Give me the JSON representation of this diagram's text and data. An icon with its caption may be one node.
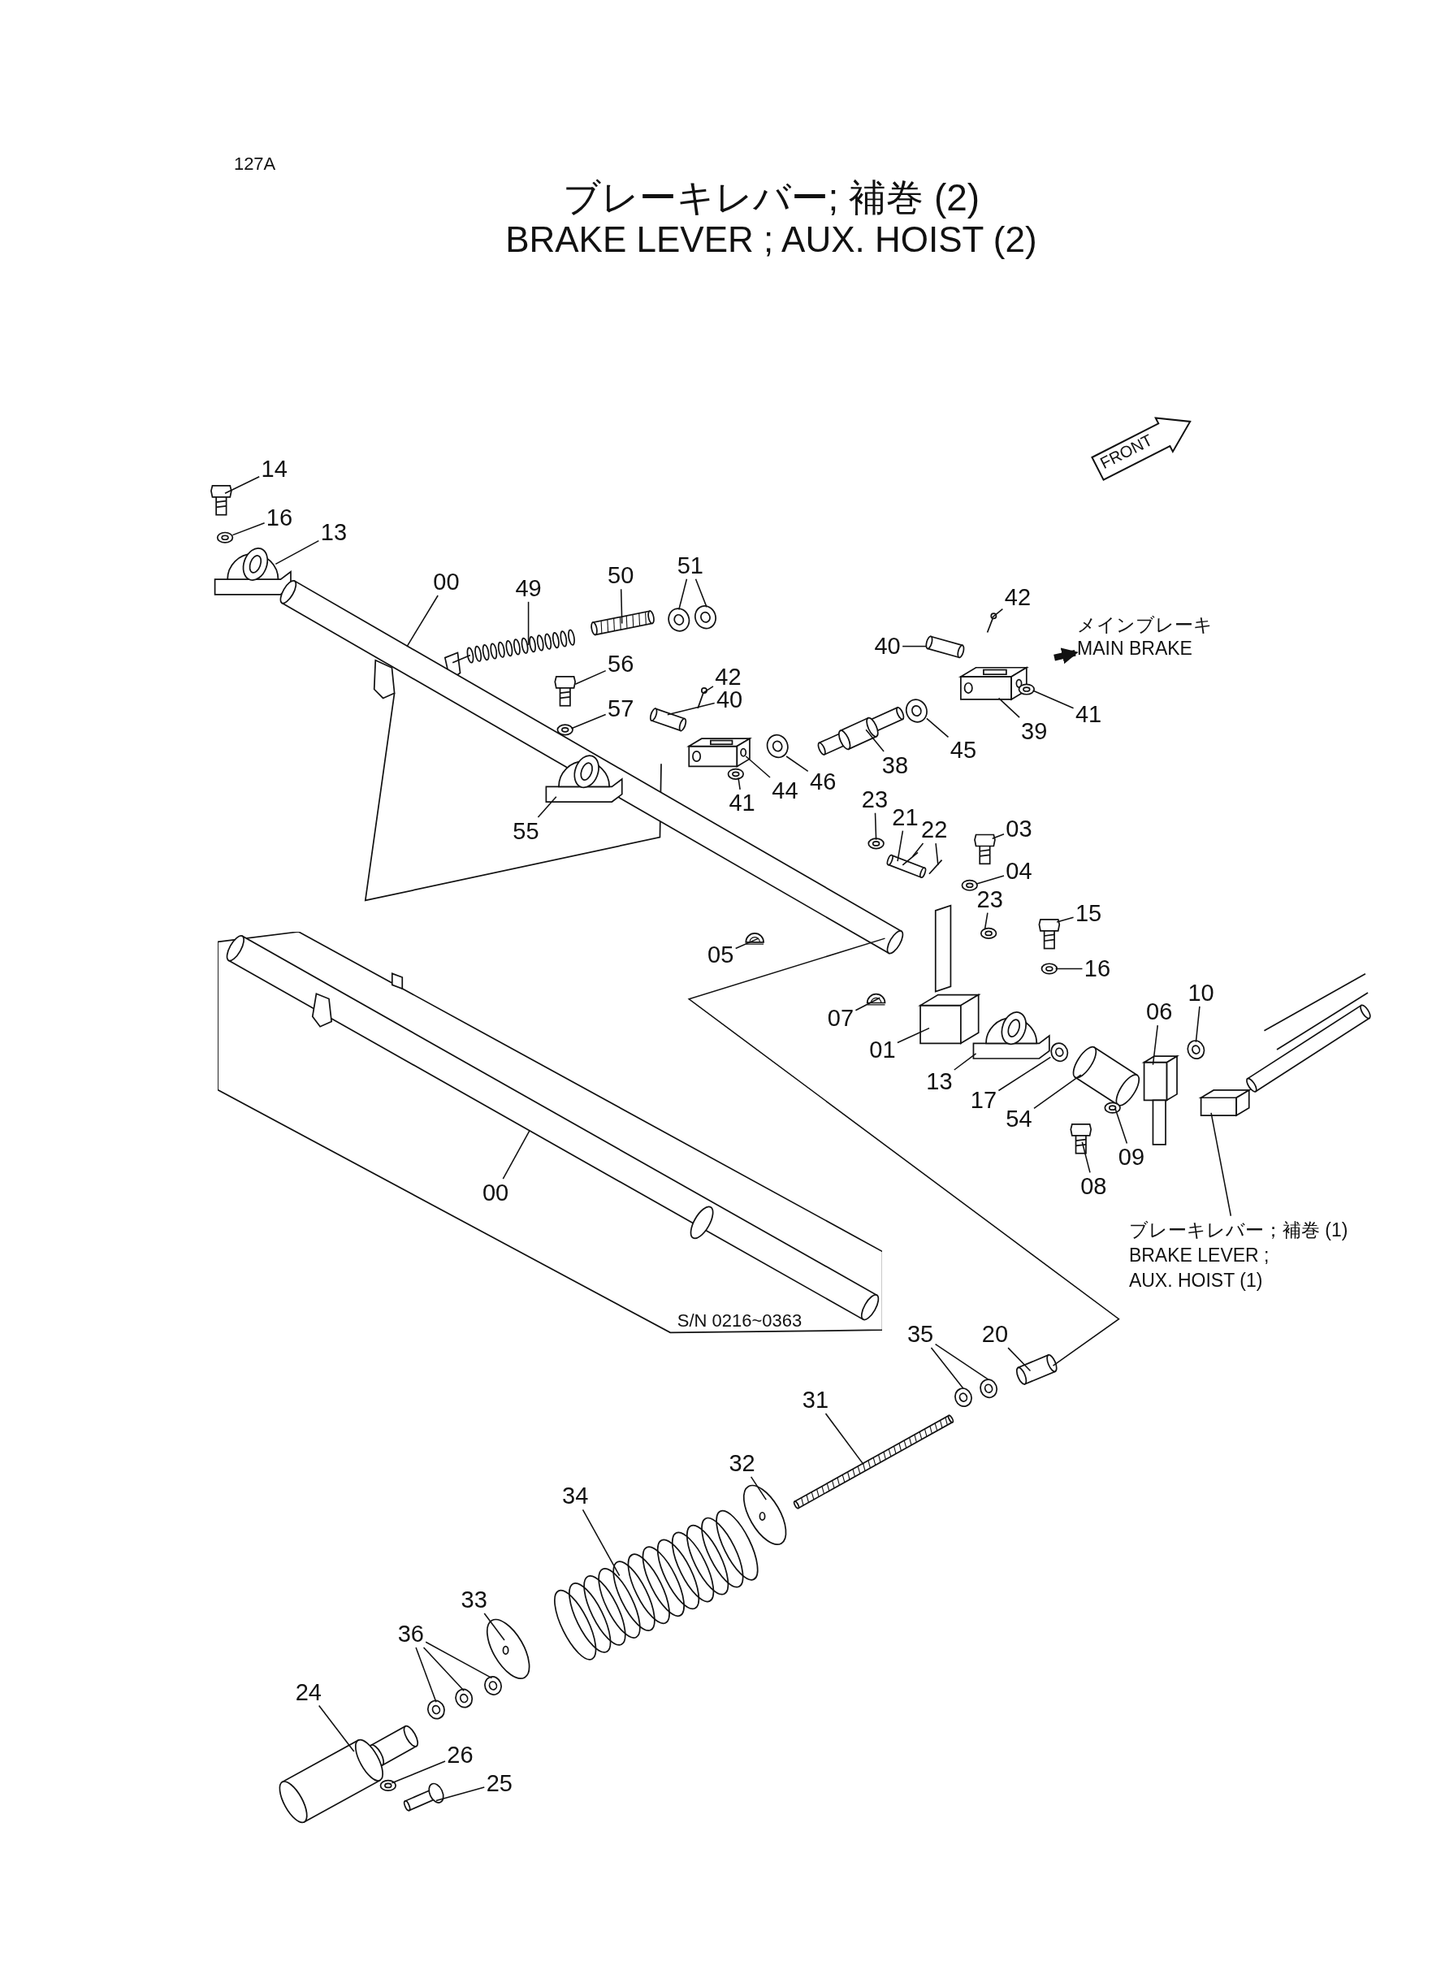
{
  "diagram": {
    "title": "ブレーキレバー; 補巻 (2)",
    "nodes": [
      {
        "text": [
          "14"
        ]
      },
      {
        "text": [
          "16"
        ]
      },
      {
        "text": [
          "13"
        ]
      },
      {
        "text": [
          "00"
        ]
      },
      {
        "text": [
          "49"
        ]
      },
      {
        "text": [
          "50"
        ]
      },
      {
        "text": [
          "51"
        ]
      },
      {
        "text": [
          "42"
        ]
      },
      {
        "text": [
          "40"
        ]
      },
      {
        "text": [
          "56"
        ]
      },
      {
        "text": [
          "57"
        ]
      },
      {
        "text": [
          "42"
        ]
      },
      {
        "text": [
          "40"
        ]
      },
      {
        "text": [
          "39"
        ]
      },
      {
        "text": [
          "41"
        ]
      },
      {
        "text": [
          "45"
        ]
      },
      {
        "text": [
          "38"
        ]
      },
      {
        "text": [
          "46"
        ]
      },
      {
        "text": [
          "44"
        ]
      },
      {
        "text": [
          "41"
        ]
      },
      {
        "text": [
          "55"
        ]
      },
      {
        "text": [
          "23"
        ]
      },
      {
        "text": [
          "21"
        ]
      },
      {
        "text": [
          "22"
        ]
      },
      {
        "text": [
          "03"
        ]
      },
      {
        "text": [
          "04"
        ]
      },
      {
        "text": [
          "23"
        ]
      },
      {
        "text": [
          "15"
        ]
      },
      {
        "text": [
          "16"
        ]
      },
      {
        "text": [
          "05"
        ]
      },
      {
        "text": [
          "07"
        ]
      },
      {
        "text": [
          "01"
        ]
      },
      {
        "text": [
          "06"
        ]
      },
      {
        "text": [
          "10"
        ]
      },
      {
        "text": [
          "13"
        ]
      },
      {
        "text": [
          "17"
        ]
      },
      {
        "text": [
          "54"
        ]
      },
      {
        "text": [
          "09"
        ]
      },
      {
        "text": [
          "08"
        ]
      },
      {
        "text": [
          "ブレーキレバー；補巻 (1)",
          "BRAKE LEVER ; AUX. HOIST (1)"
        ]
      },
      {
        "text": [
          "S/N 0216~0363"
        ]
      },
      {
        "text": [
          "00"
        ],
        "in": 40
      },
      {
        "text": [
          "20"
        ]
      },
      {
        "text": [
          "35"
        ]
      },
      {
        "text": [
          "31"
        ]
      },
      {
        "text": [
          "32"
        ]
      },
      {
        "text": [
          "34"
        ]
      },
      {
        "text": [
          "33"
        ]
      },
      {
        "text": [
          "36"
        ]
      },
      {
        "text": [
          "24"
        ]
      },
      {
        "text": [
          "26"
        ]
      },
      {
        "text": [
          "25"
        ]
      },
      {
        "text": [
          "FRONT"
        ]
      },
      {
        "text": [
          "メインブレーキ",
          "MAIN BRAKE"
        ]
      },
      {
        "text": [],
        "shape": "picture"
      },
      {
        "text": [],
        "shape": "picture"
      },
      {
        "text": [],
        "shape": "picture"
      },
      {
        "text": [],
        "shape": "picture"
      },
      {
        "text": [],
        "shape": "picture"
      },
      {
        "text": [],
        "shape": "picture"
      },
      {
        "text": [],
        "shape": "picture"
      },
      {
        "text": [],
        "shape": "picture"
      },
      {
        "text": [],
        "shape": "picture"
      },
      {
        "text": [],
        "shape": "picture"
      },
      {
        "text": [],
        "shape": "picture"
      },
      {
        "text": [],
        "shape": "picture"
      },
      {
        "text": [],
        "shape": "picture"
      },
      {
        "text": [],
        "shape": "picture"
      },
      {
        "text": [],
        "shape": "picture"
      },
      {
        "text": [],
        "shape": "picture"
      },
      {
        "text": [],
        "shape": "picture"
      },
      {
        "text": [],
        "shape": "picture"
      },
      {
        "text": [],
        "shape": "picture"
      },
      {
        "text": [],
        "shape": "picture"
      },
      {
        "text": [],
        "shape": "picture"
      },
      {
        "text": [],
        "shape": "picture"
      },
      {
        "text": [],
        "shape": "picture"
      },
      {
        "text": [],
        "shape": "picture"
      },
      {
        "text": [],
        "shape": "picture"
      },
      {
        "text": [],
        "shape": "picture"
      },
      {
        "text": [],
        "shape": "picture"
      },
      {
        "text": [],
        "shape": "picture"
      },
      {
        "text": [],
        "shape": "picture"
      },
      {
        "text": [],
        "shape": "picture"
      },
      {
        "text": [],
        "shape": "picture"
      },
      {
        "text": [],
        "shape": "picture"
      },
      {
        "text": [],
        "shape": "picture"
      },
      {
        "text": [],
        "shape": "picture"
      },
      {
        "text": [],
        "shape": "picture"
      },
      {
        "text": [],
        "shape": "picture"
      },
      {
        "text": [],
        "shape": "picture"
      },
      {
        "text": [],
        "shape": "picture"
      },
      {
        "text": [],
        "shape": "picture"
      },
      {
        "text": [],
        "shape": "picture"
      },
      {
        "text": [],
        "shape": "picture"
      },
      {
        "text": [],
        "shape": "picture"
      },
      {
        "text": [],
        "shape": "picture",
        "in": 40
      },
      {
        "text": [],
        "shape": "picture"
      },
      {
        "text": [],
        "shape": "picture"
      },
      {
        "text": [],
        "shape": "picture"
      },
      {
        "text": [],
        "shape": "picture"
      },
      {
        "text": [],
        "shape": "picture"
      },
      {
        "text": [],
        "shape": "picture"
      },
      {
        "text": [],
        "shape": "picture"
      },
      {
        "text": [],
        "shape": "picture"
      },
      {
        "text": [],
        "shape": "picture"
      },
      {
        "text": [],
        "shape": "picture"
      },
      {
        "text": [],
        "shape": "picture"
      },
      {
        "text": [],
        "shape": "picture"
      },
      {
        "text": [],
        "shape": "picture"
      }
    ],
    "edges": [
      {
        "from": 0,
        "to": 54,
        "arrow": "none"
      },
      {
        "from": 1,
        "to": 55,
        "arrow": "none"
      },
      {
        "from": 2,
        "to": 56,
        "arrow": "none"
      },
      {
        "from": 3,
        "to": 57,
        "arrow": "none"
      },
      {
        "from": 4,
        "to": 58,
        "arrow": "none"
      },
      {
        "from": 5,
        "to": 59,
        "arrow": "none"
      },
      {
        "from": 6,
        "to": 60,
        "arrow": "none"
      },
      {
        "from": 6,
        "to": 61,
        "arrow": "none"
      },
      {
        "from": 7,
        "to": 62,
        "arrow": "none"
      },
      {
        "from": 8,
        "to": 63,
        "arrow": "none"
      },
      {
        "from": 9,
        "to": 64,
        "arrow": "none"
      },
      {
        "from": 10,
        "to": 65,
        "arrow": "none"
      },
      {
        "from": 11,
        "to": 66,
        "arrow": "none"
      },
      {
        "from": 12,
        "to": 67,
        "arrow": "none"
      },
      {
        "from": 13,
        "to": 68,
        "arrow": "none"
      },
      {
        "from": 14,
        "to": 69,
        "arrow": "none"
      },
      {
        "from": 15,
        "to": 70,
        "arrow": "none"
      },
      {
        "from": 16,
        "to": 71,
        "arrow": "none"
      },
      {
        "from": 17,
        "to": 72,
        "arrow": "none"
      },
      {
        "from": 18,
        "to": 73,
        "arrow": "none"
      },
      {
        "from": 19,
        "to": 74,
        "arrow": "none"
      },
      {
        "from": 20,
        "to": 75,
        "arrow": "none"
      },
      {
        "from": 21,
        "to": 76,
        "arrow": "none"
      },
      {
        "from": 22,
        "to": 77,
        "arrow": "none"
      },
      {
        "from": 23,
        "to": 78,
        "arrow": "none"
      },
      {
        "from": 23,
        "to": 79,
        "arrow": "none"
      },
      {
        "from": 24,
        "to": 80,
        "arrow": "none"
      },
      {
        "from": 25,
        "to": 81,
        "arrow": "none"
      },
      {
        "from": 26,
        "to": 82,
        "arrow": "none"
      },
      {
        "from": 27,
        "to": 83,
        "arrow": "none"
      },
      {
        "from": 28,
        "to": 84,
        "arrow": "none"
      },
      {
        "from": 29,
        "to": 85,
        "arrow": "none"
      },
      {
        "from": 30,
        "to": 86,
        "arrow": "none"
      },
      {
        "from": 31,
        "to": 87,
        "arrow": "none"
      },
      {
        "from": 32,
        "to": 88,
        "arrow": "none"
      },
      {
        "from": 33,
        "to": 89,
        "arrow": "none"
      },
      {
        "from": 34,
        "to": 90,
        "arrow": "none"
      },
      {
        "from": 35,
        "to": 91,
        "arrow": "none"
      },
      {
        "from": 36,
        "to": 92,
        "arrow": "none"
      },
      {
        "from": 37,
        "to": 93,
        "arrow": "none"
      },
      {
        "from": 38,
        "to": 94,
        "arrow": "none"
      },
      {
        "from": 39,
        "to": 95,
        "arrow": "none"
      },
      {
        "from": 41,
        "to": 96,
        "arrow": "none"
      },
      {
        "from": 42,
        "to": 97,
        "arrow": "none"
      },
      {
        "from": 43,
        "to": 98,
        "arrow": "none"
      },
      {
        "from": 43,
        "to": 99,
        "arrow": "none"
      },
      {
        "from": 44,
        "to": 100,
        "arrow": "none"
      },
      {
        "from": 45,
        "to": 101,
        "arrow": "none"
      },
      {
        "from": 46,
        "to": 102,
        "arrow": "none"
      },
      {
        "from": 47,
        "to": 103,
        "arrow": "none"
      },
      {
        "from": 48,
        "to": 104,
        "arrow": "none"
      },
      {
        "from": 48,
        "to": 105,
        "arrow": "none"
      },
      {
        "from": 48,
        "to": 106,
        "arrow": "none"
      },
      {
        "from": 49,
        "to": 107,
        "arrow": "none"
      },
      {
        "from": 50,
        "to": 108,
        "arrow": "none"
      },
      {
        "from": 51,
        "to": 109,
        "arrow": "none"
      },
      {
        "from": null,
        "to": 53,
        "arrow": "to",
        "style": "thick"
      },
      {
        "from": 57,
        "to": 97,
        "arrow": "none"
      }
    ],
    "labels": [
      "127A",
      "BRAKE LEVER ; AUX. HOIST (2)"
    ]
  }
}
